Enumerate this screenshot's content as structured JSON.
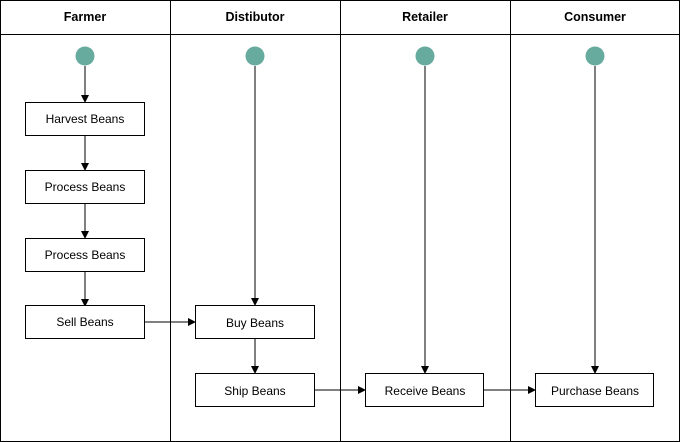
{
  "lanes": [
    {
      "id": "farmer",
      "label": "Farmer"
    },
    {
      "id": "distributor",
      "label": "Distibutor"
    },
    {
      "id": "retailer",
      "label": "Retailer"
    },
    {
      "id": "consumer",
      "label": "Consumer"
    }
  ],
  "nodes": {
    "harvest": "Harvest Beans",
    "process1": "Process Beans",
    "process2": "Process Beans",
    "sell": "Sell Beans",
    "buy": "Buy Beans",
    "ship": "Ship Beans",
    "receive": "Receive Beans",
    "purchase": "Purchase Beans"
  },
  "colors": {
    "start_node": "#67AB9F",
    "border": "#000000"
  }
}
